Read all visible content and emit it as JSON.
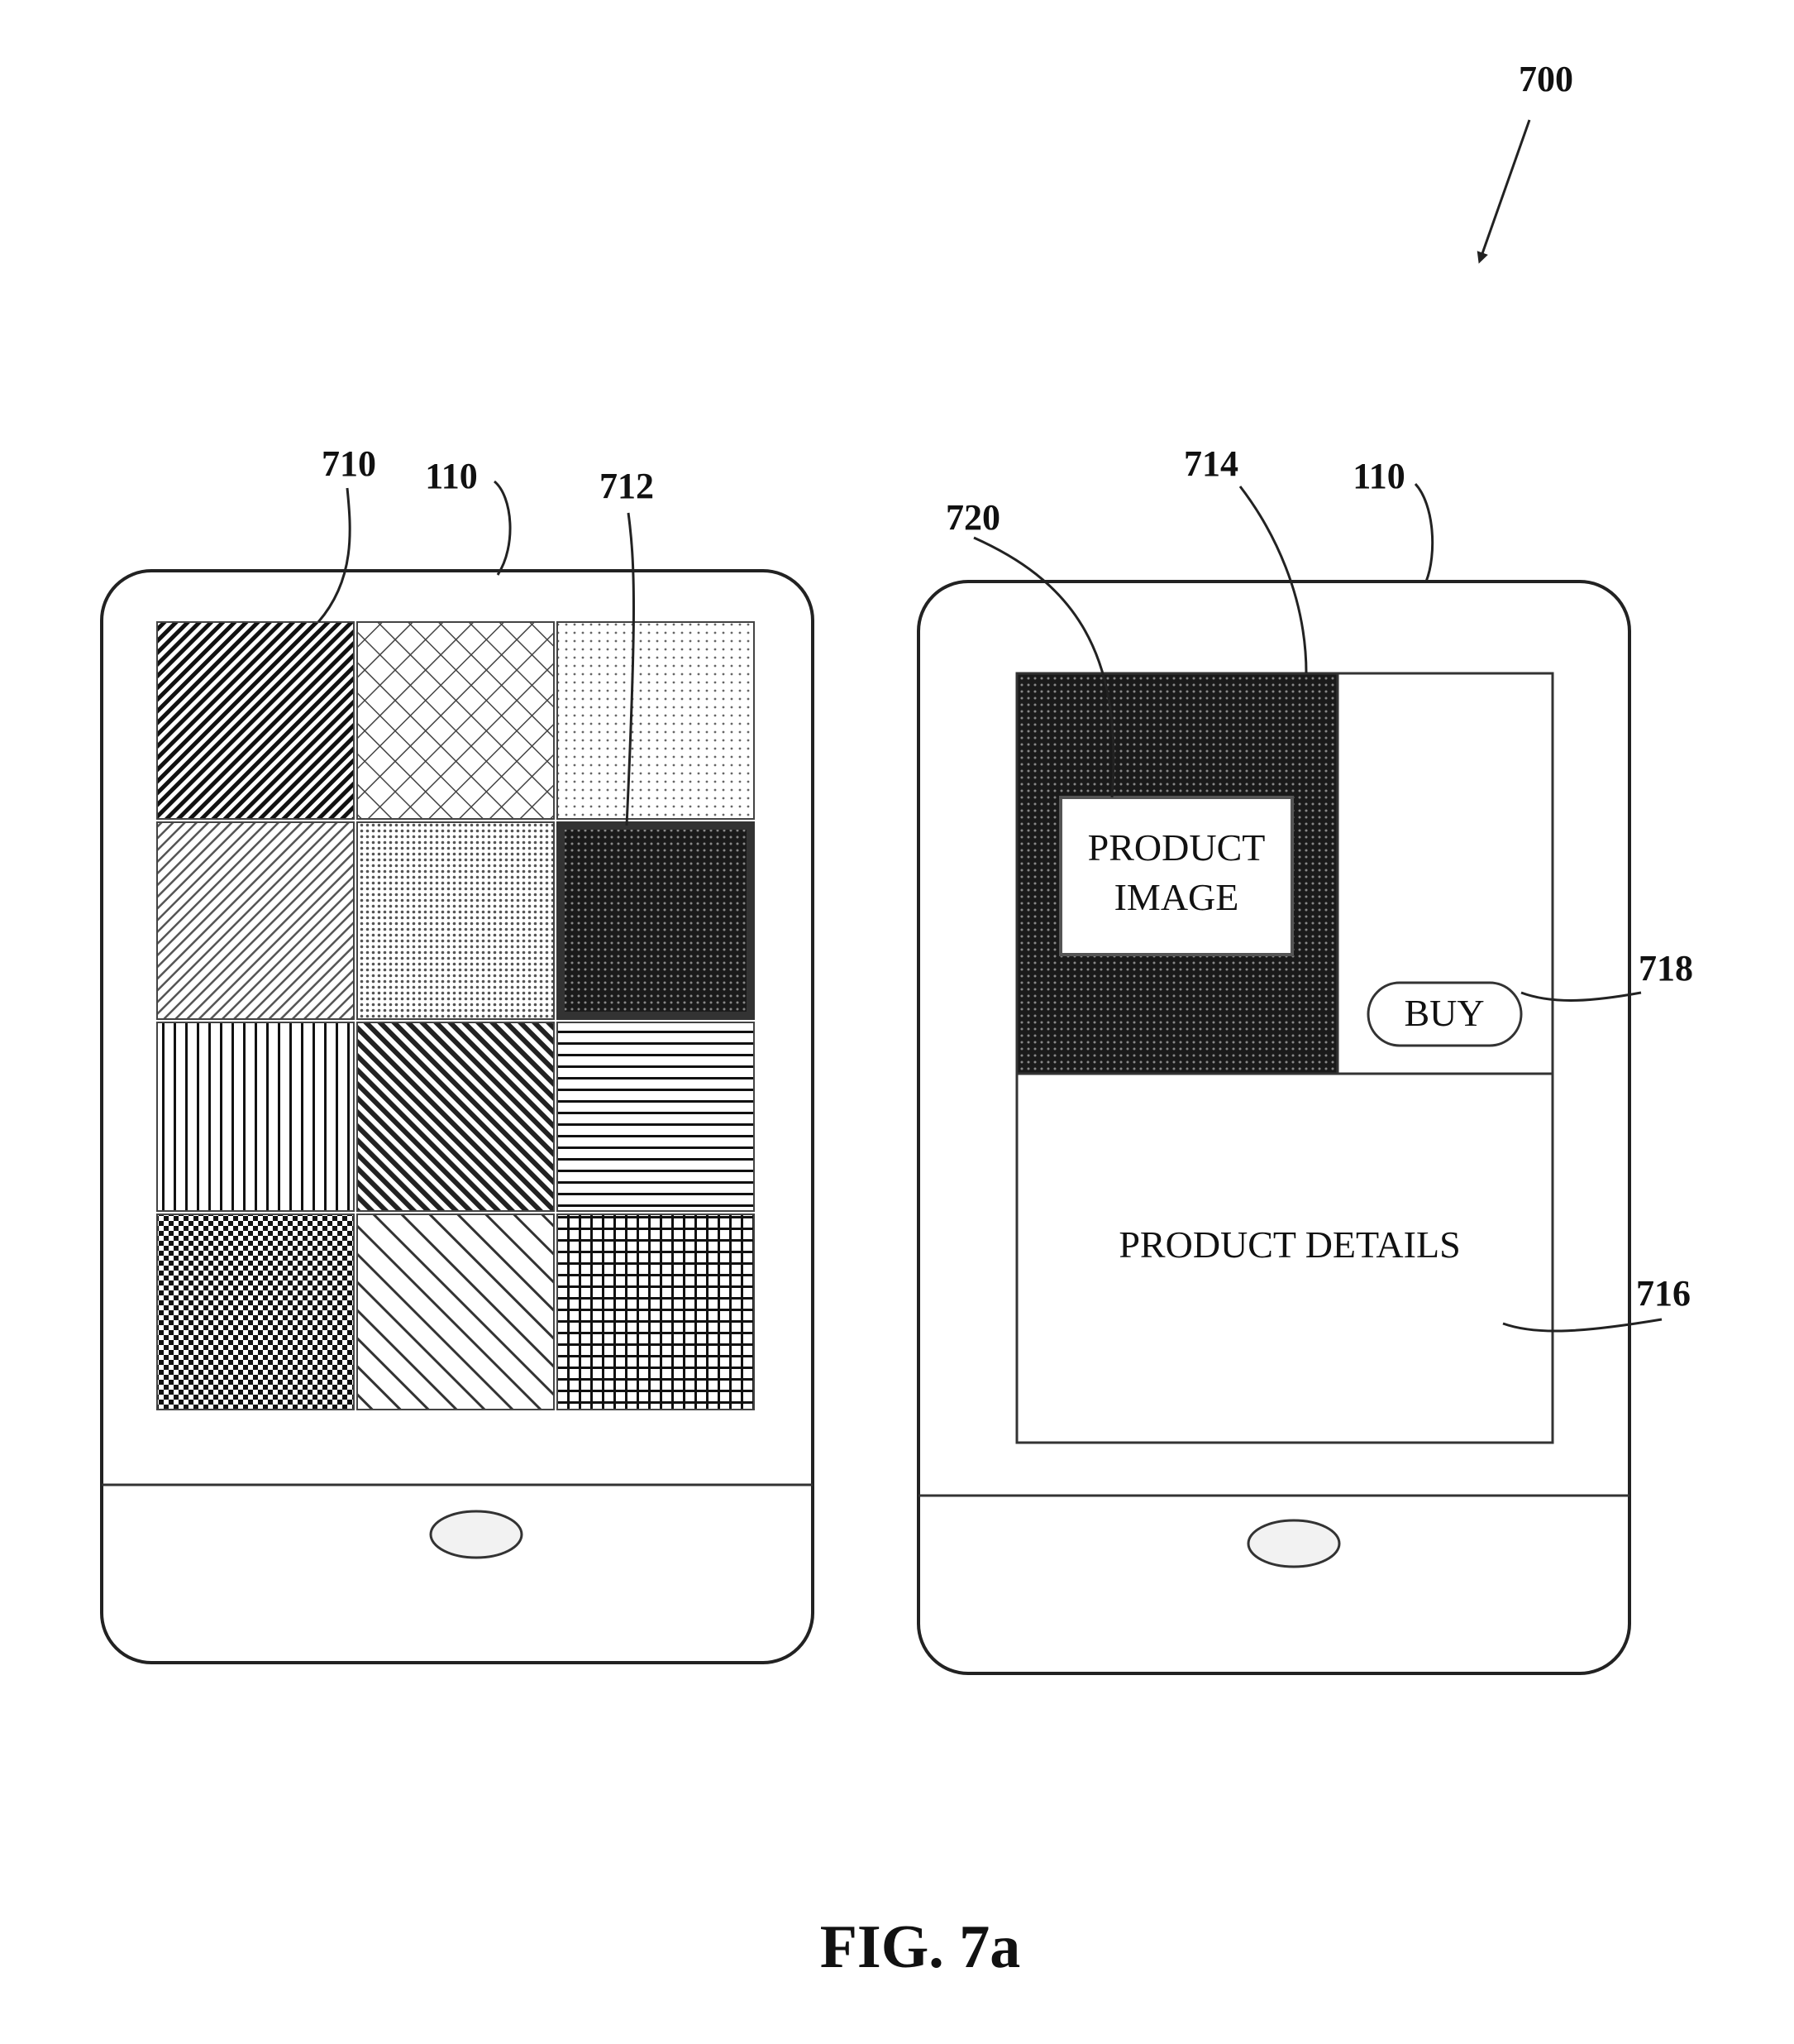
{
  "figure": {
    "ref_figure": "700",
    "caption": "FIG. 7a"
  },
  "left_device": {
    "ref_device": "110",
    "ref_grid": "710",
    "ref_selected": "712"
  },
  "right_device": {
    "ref_device": "110",
    "ref_image_panel": "714",
    "ref_image": "720",
    "ref_buy": "718",
    "ref_details": "716",
    "image_label_line1": "PRODUCT",
    "image_label_line2": "IMAGE",
    "buy_label": "BUY",
    "details_label": "PRODUCT DETAILS"
  }
}
